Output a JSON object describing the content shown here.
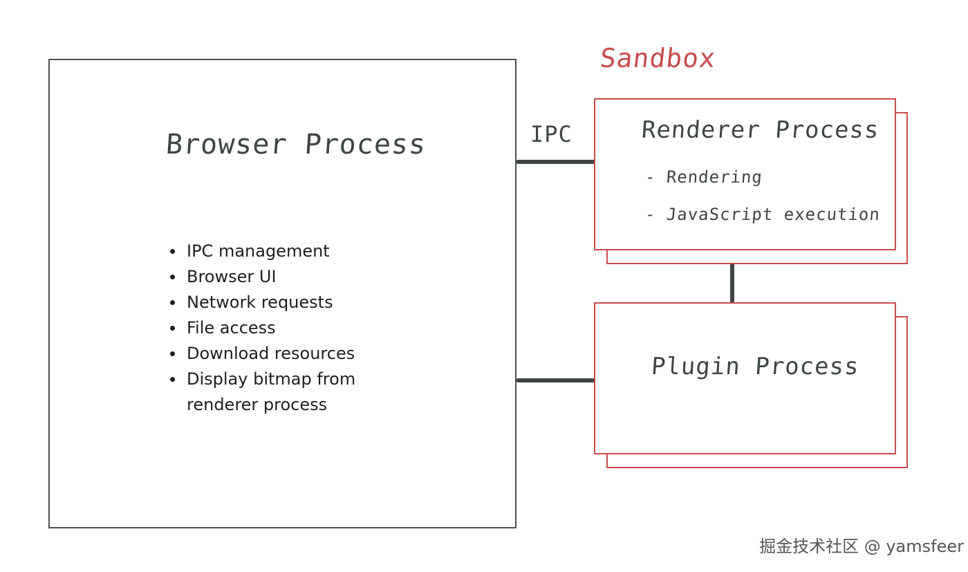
{
  "sandbox_label": "Sandbox",
  "ipc_label": "IPC",
  "browser_process": {
    "title": "Browser Process",
    "bullets": [
      "IPC management",
      "Browser UI",
      "Network requests",
      "File access",
      "Download resources",
      "Display bitmap from",
      "renderer process"
    ]
  },
  "renderer_process": {
    "title": "Renderer Process",
    "items": [
      "- Rendering",
      "- JavaScript execution"
    ]
  },
  "plugin_process": {
    "title": "Plugin Process"
  },
  "watermark": "掘金技术社区 @ yamsfeer",
  "colors": {
    "sandbox_red": "#c84c4c",
    "line_gray": "#3e4543"
  }
}
